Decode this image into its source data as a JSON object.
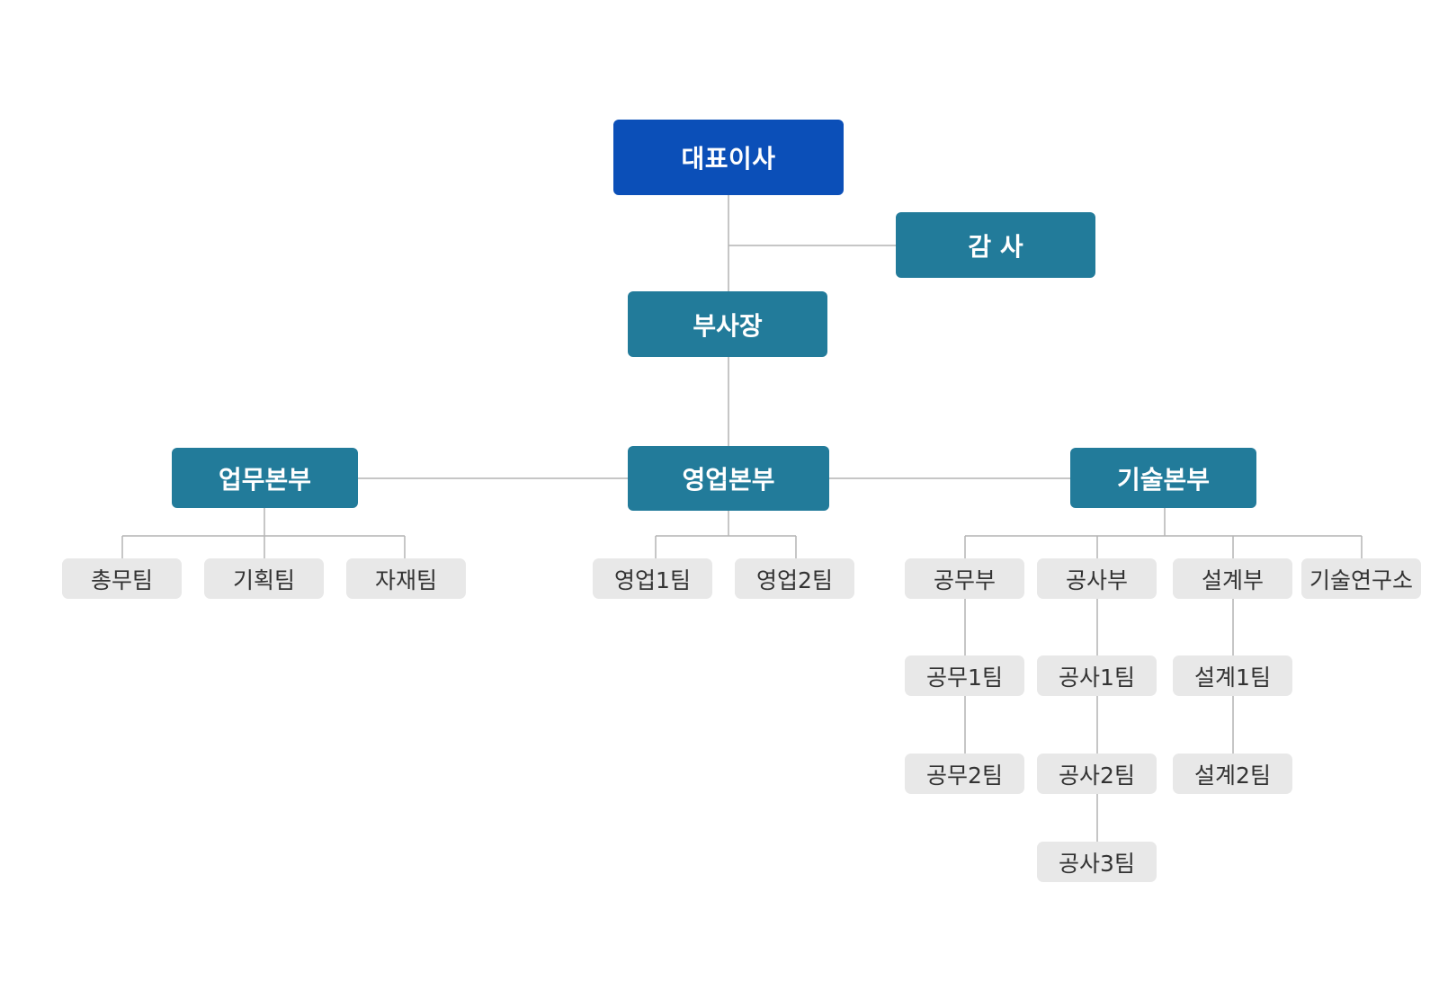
{
  "colors": {
    "ceo_fill": "#0b4fb8",
    "division_fill": "#227b9a",
    "team_fill": "#e8e8e8",
    "connector": "#b4b4b4"
  },
  "org": {
    "ceo": "대표이사",
    "auditor": "감 사",
    "vice_president": "부사장",
    "divisions": {
      "business": {
        "name": "업무본부",
        "teams": [
          "총무팀",
          "기획팀",
          "자재팀"
        ]
      },
      "sales": {
        "name": "영업본부",
        "teams": [
          "영업1팀",
          "영업2팀"
        ]
      },
      "tech": {
        "name": "기술본부",
        "departments": [
          {
            "name": "공무부",
            "teams": [
              "공무1팀",
              "공무2팀"
            ]
          },
          {
            "name": "공사부",
            "teams": [
              "공사1팀",
              "공사2팀",
              "공사3팀"
            ]
          },
          {
            "name": "설계부",
            "teams": [
              "설계1팀",
              "설계2팀"
            ]
          },
          {
            "name": "기술연구소",
            "teams": []
          }
        ]
      }
    }
  }
}
